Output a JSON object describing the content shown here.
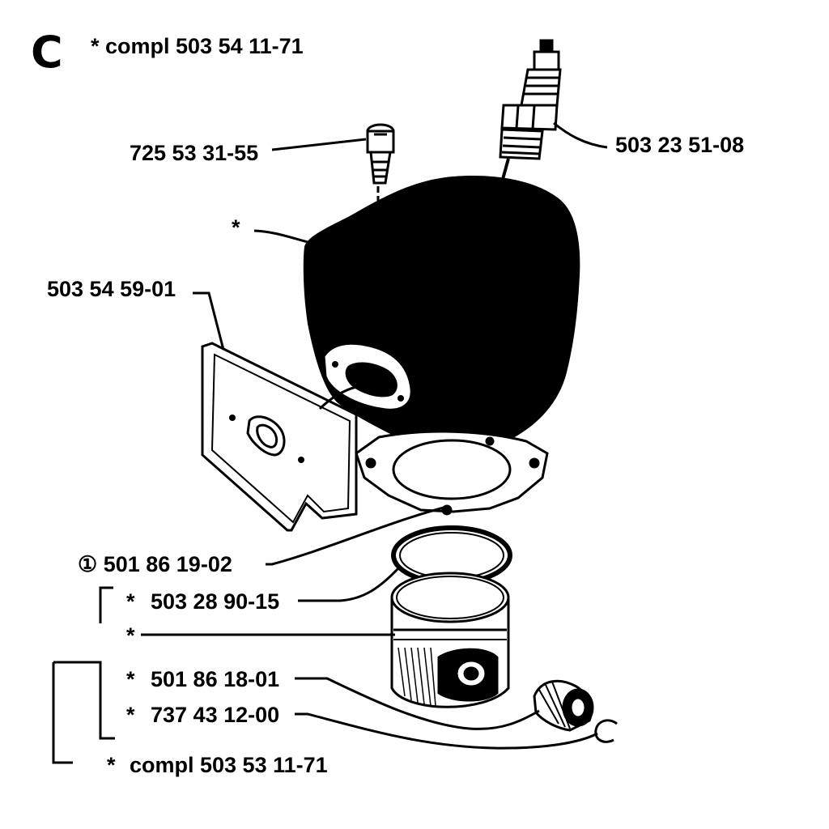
{
  "header": {
    "section_letter": "C",
    "compl_label": "* compl 503 54 11-71"
  },
  "parts": {
    "bolt": "725 53 31-55",
    "spark_plug": "503 23 51-08",
    "cylinder": "*",
    "heat_shield": "503 54 59-01",
    "gasket": "① 501 86 19-02",
    "piston_ring": "503 28 90-15",
    "piston": "*",
    "needle_bearing": "501 86 18-01",
    "circlip": "737 43 12-00",
    "piston_kit": "compl 503 53 11-71"
  },
  "markers": {
    "asterisk": "*"
  }
}
